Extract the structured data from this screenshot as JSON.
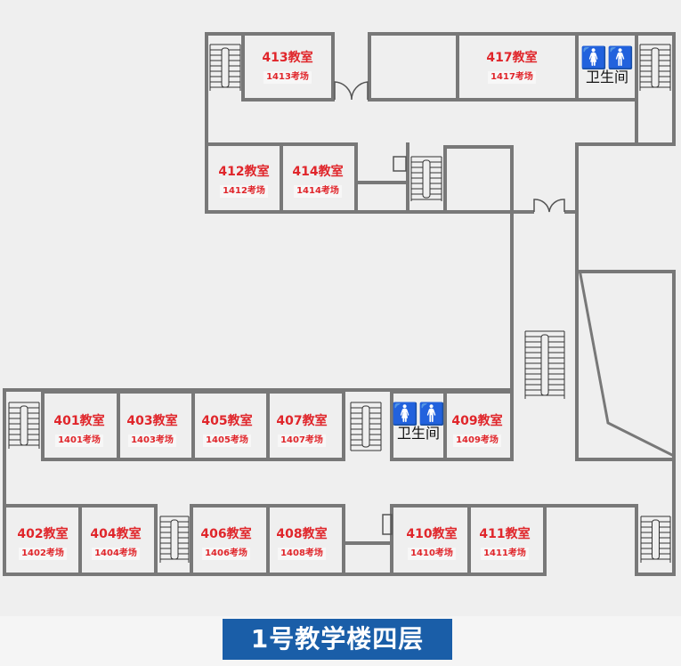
{
  "title": "1号教学楼四层",
  "restroom_label": "卫生间",
  "rooms": [
    {
      "name": "413教室",
      "exam": "1413考场"
    },
    {
      "name": "417教室",
      "exam": "1417考场"
    },
    {
      "name": "412教室",
      "exam": "1412考场"
    },
    {
      "name": "414教室",
      "exam": "1414考场"
    },
    {
      "name": "401教室",
      "exam": "1401考场"
    },
    {
      "name": "403教室",
      "exam": "1403考场"
    },
    {
      "name": "405教室",
      "exam": "1405考场"
    },
    {
      "name": "407教室",
      "exam": "1407考场"
    },
    {
      "name": "409教室",
      "exam": "1409考场"
    },
    {
      "name": "402教室",
      "exam": "1402考场"
    },
    {
      "name": "404教室",
      "exam": "1404考场"
    },
    {
      "name": "406教室",
      "exam": "1406考场"
    },
    {
      "name": "408教室",
      "exam": "1408考场"
    },
    {
      "name": "410教室",
      "exam": "1410考场"
    },
    {
      "name": "411教室",
      "exam": "1411考场"
    }
  ],
  "colors": {
    "wall": "#777777",
    "label": "#e0262b",
    "title_bg": "#1a5ea8"
  }
}
